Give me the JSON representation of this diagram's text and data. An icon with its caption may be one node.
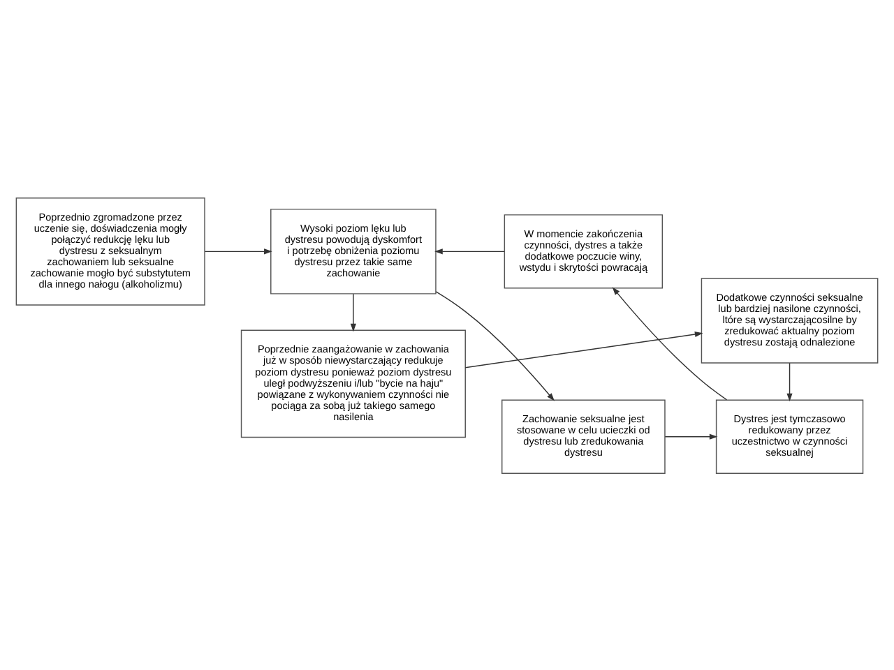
{
  "diagram": {
    "nodes": [
      {
        "text": [
          "Poprzednio zgromadzone przez uczenie się, doświadczenia mogły połączyć redukcję lęku lub dystresu z seksualnym zachowaniem lub seksualne zachowanie mogło być substytutem dla innego nałogu (alkoholizmu)"
        ]
      },
      {
        "text": [
          "Wysoki poziom lęku lub dystresu powodują dyskomfort i potrzebę obniżenia poziomu dystresu przez takie same zachowanie"
        ]
      },
      {
        "text": [
          "Poprzednie zaangażowanie w zachowania już w sposób niewystarczający redukuje poziom dystresu ponieważ poziom dystresu uległ podwyższeniu i/lub \"bycie na haju\" powiązane z wykonywaniem czynności nie pociąga za sobą już takiego samego nasilenia"
        ]
      },
      {
        "text": [
          "Dodatkowe czynności seksualne lub bardziej nasilone czynności, ltóre są wystarczającosilne by zredukować aktualny poziom dystresu zostają odnalezione"
        ]
      },
      {
        "text": [
          "Zachowanie seksualne jest stosowane w celu ucieczki od dystresu lub zredukowania dystresu"
        ]
      },
      {
        "text": [
          "Dystres jest tymczasowo redukowany przez uczestnictwo w czynności seksualnej"
        ]
      },
      {
        "text": [
          "W momencie zakończenia czynności, dystres a także dodatkowe poczucie winy, wstydu i skrytości powracają"
        ]
      }
    ],
    "edges": [
      {
        "from": 0,
        "to": 1,
        "arrow": "to"
      },
      {
        "from": 1,
        "to": 2,
        "arrow": "to"
      },
      {
        "from": 2,
        "to": 3,
        "arrow": "to"
      },
      {
        "from": 3,
        "to": 5,
        "arrow": "to"
      },
      {
        "from": 1,
        "to": 4,
        "arrow": "to"
      },
      {
        "from": 4,
        "to": 5,
        "arrow": "to"
      },
      {
        "from": 5,
        "to": 6,
        "arrow": "to"
      },
      {
        "from": 6,
        "to": 1,
        "arrow": "to"
      }
    ]
  }
}
